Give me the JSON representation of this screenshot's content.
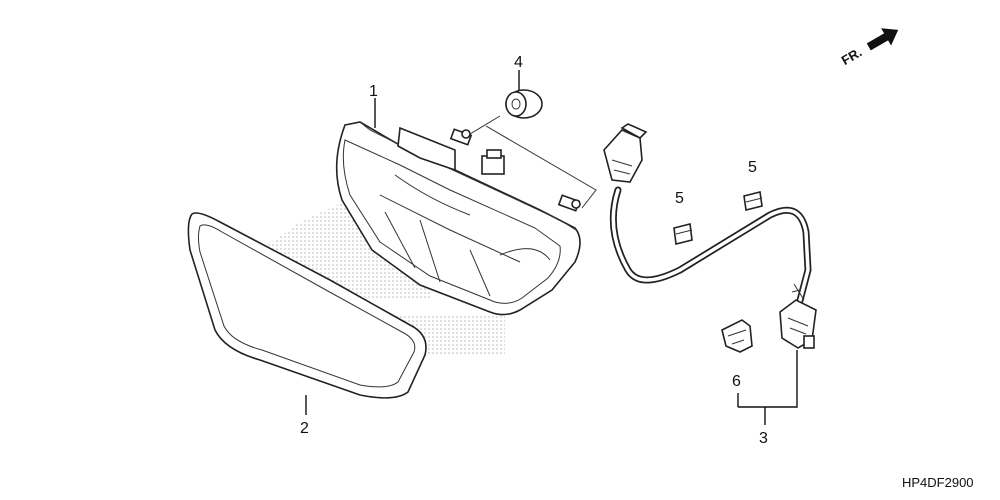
{
  "diagram": {
    "direction_marker": "FR.",
    "drawing_code": "HP4DF2900",
    "callouts": {
      "c1": "1",
      "c2": "2",
      "c3": "3",
      "c4": "4",
      "c5a": "5",
      "c5b": "5",
      "c6": "6"
    }
  }
}
